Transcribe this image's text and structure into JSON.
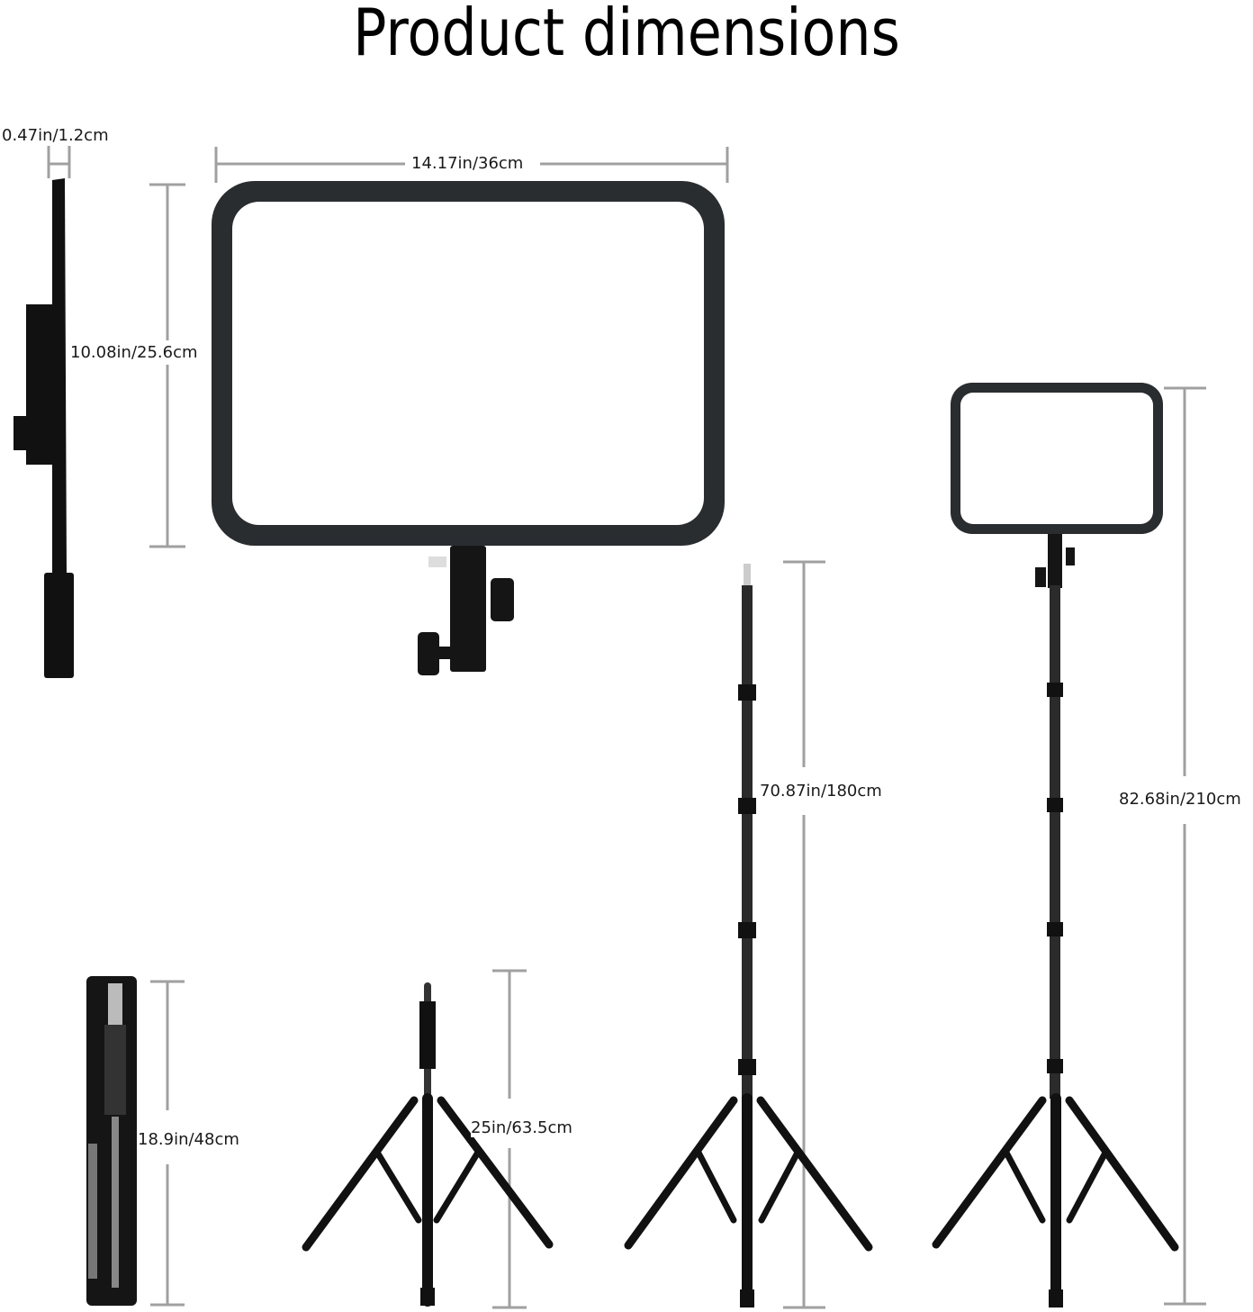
{
  "title": "Product dimensions",
  "dimensions": {
    "panel_thickness": "0.47in/1.2cm",
    "panel_width": "14.17in/36cm",
    "panel_height": "10.08in/25.6cm",
    "stand_folded": "18.9in/48cm",
    "stand_min": "25in/63.5cm",
    "stand_max": "70.87in/180cm",
    "total_height": "82.68in/210cm"
  },
  "colors": {
    "frame": "#2a2d2f",
    "stand": "#111111",
    "dimension_line": "#a0a0a0",
    "background": "#ffffff"
  }
}
